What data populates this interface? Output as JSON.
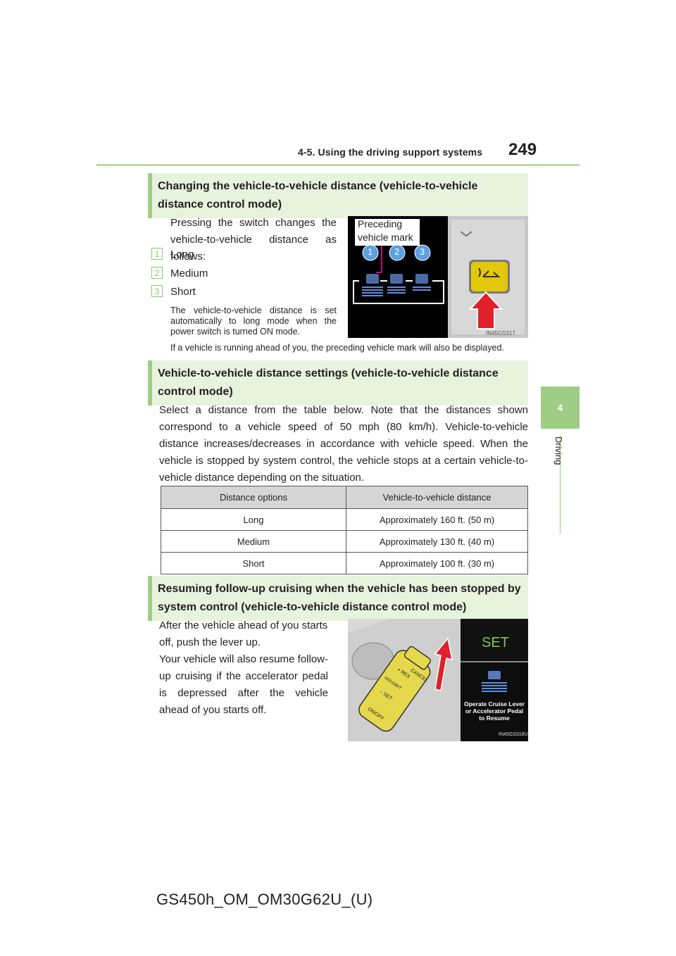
{
  "header": {
    "section": "4-5. Using the driving support systems",
    "page_number": "249"
  },
  "side_tab": {
    "chapter_number": "4",
    "chapter_name": "Driving"
  },
  "sections": [
    {
      "heading": "Changing the vehicle-to-vehicle distance (vehicle-to-vehicle distance control mode)",
      "intro": "Pressing the switch changes the vehicle-to-vehicle distance as follows:",
      "items": [
        {
          "num": "1",
          "label": "Long"
        },
        {
          "num": "2",
          "label": "Medium"
        },
        {
          "num": "3",
          "label": "Short"
        }
      ],
      "note": "The vehicle-to-vehicle distance is set automatically to long mode when the power switch is turned ON mode.",
      "note2": "If a vehicle is running ahead of you, the preceding vehicle mark will also be displayed.",
      "figure": {
        "callout": "Preceding vehicle mark",
        "numbers": [
          "1",
          "2",
          "3"
        ],
        "code": "IN45GS317"
      }
    },
    {
      "heading": "Vehicle-to-vehicle distance settings (vehicle-to-vehicle distance control mode)",
      "body": "Select a distance from the table below. Note that the distances shown correspond to a vehicle speed of 50 mph (80 km/h). Vehicle-to-vehicle distance increases/decreases in accordance with vehicle speed. When the vehicle is stopped by system control, the vehicle stops at a certain vehicle-to-vehicle distance depending on the situation.",
      "table": {
        "headers": [
          "Distance options",
          "Vehicle-to-vehicle distance"
        ],
        "rows": [
          [
            "Long",
            "Approximately 160 ft. (50 m)"
          ],
          [
            "Medium",
            "Approximately 130 ft. (40 m)"
          ],
          [
            "Short",
            "Approximately 100 ft. (30 m)"
          ]
        ]
      }
    },
    {
      "heading": "Resuming follow-up cruising when the vehicle has been stopped by system control (vehicle-to-vehicle distance control mode)",
      "para1": "After the vehicle ahead of you starts off, push the lever up.",
      "para2": "Your vehicle will also resume follow-up cruising if the accelerator pedal is depressed after the vehicle ahead of you starts off.",
      "figure": {
        "display_set": "SET",
        "display_message": "Operate Cruise Lever or Accelerator Pedal to Resume",
        "lever_labels": [
          "+ RES",
          "CANCEL",
          "HOLD/B/T",
          "– SET",
          "ON/OFF"
        ],
        "code": "IN45GS318U"
      }
    }
  ],
  "footer": "GS450h_OM_OM30G62U_(U)",
  "colors": {
    "accent_green": "#9fcd85",
    "heading_bg": "#e7f3dd",
    "callout_magenta": "#d4007f",
    "arrow_red": "#e0202a",
    "lever_yellow": "#e5d84c"
  }
}
